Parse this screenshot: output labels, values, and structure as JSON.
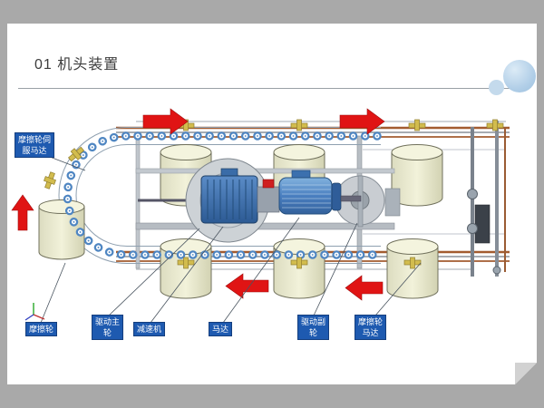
{
  "slide": {
    "title": "01 机头装置"
  },
  "diagram": {
    "annotations": [
      {
        "id": "friction-wheel-servo-motor",
        "text": "摩擦轮伺服马达"
      },
      {
        "id": "friction-wheel",
        "text": "摩擦轮"
      },
      {
        "id": "drive-main-wheel",
        "text": "驱动主轮"
      },
      {
        "id": "reducer",
        "text": "减速机"
      },
      {
        "id": "motor",
        "text": "马达"
      },
      {
        "id": "drive-secondary-wheel",
        "text": "驱动副轮"
      },
      {
        "id": "friction-wheel-motor",
        "text": "摩擦轮马达"
      }
    ],
    "flow_arrows": [
      {
        "position": "top-left",
        "direction": "right"
      },
      {
        "position": "top-right",
        "direction": "right"
      },
      {
        "position": "left",
        "direction": "up"
      },
      {
        "position": "bottom-center",
        "direction": "left"
      },
      {
        "position": "bottom-right",
        "direction": "left"
      }
    ],
    "colors": {
      "annotation_bg": "#1e5ab0",
      "arrow": "#e01414",
      "wheel": "#e9e9cf",
      "machine_blue": "#4a7fc0",
      "roller": "#4f86c2",
      "rail_copper": "#a35c30"
    }
  }
}
